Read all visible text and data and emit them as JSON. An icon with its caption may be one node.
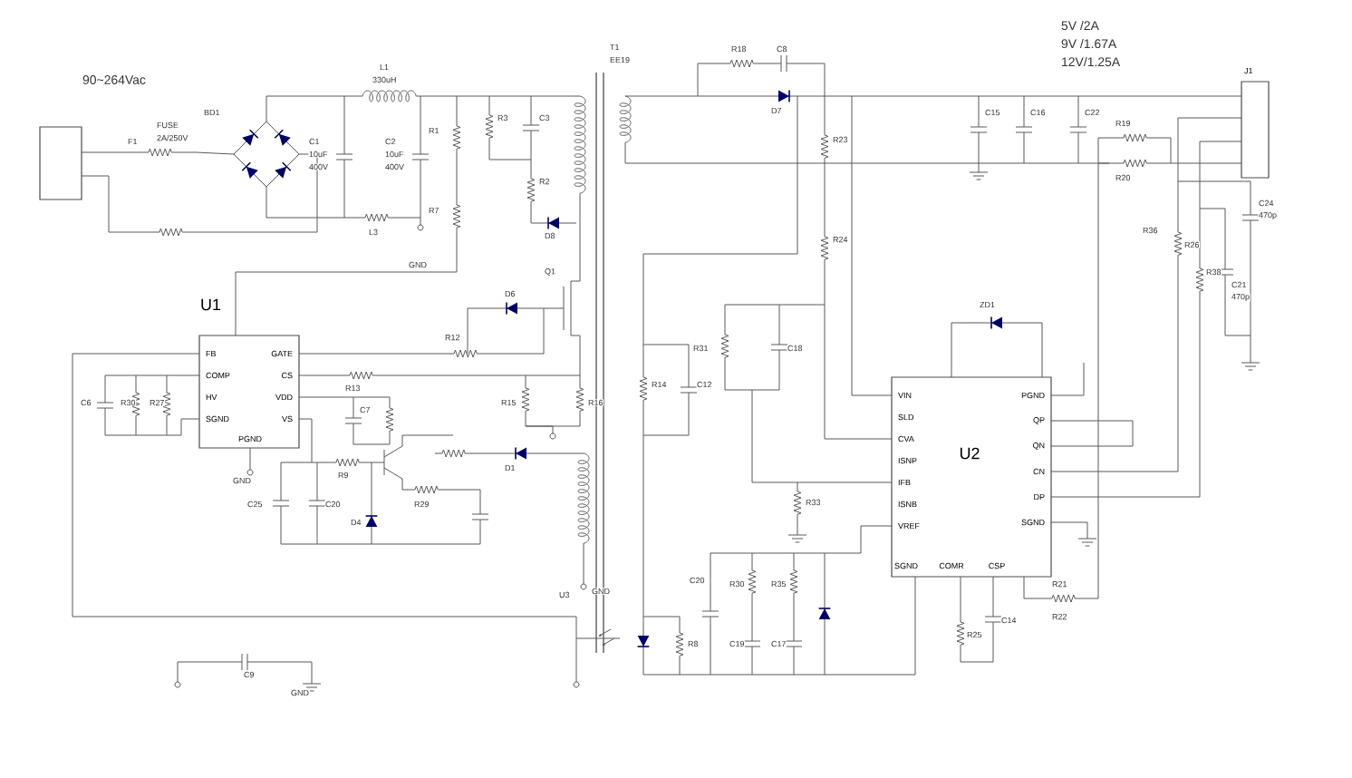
{
  "diagram": {
    "nodes": [
      {
        "text": [],
        "shape": "box"
      },
      {
        "text": [
          "U1",
          "FB",
          "COMP",
          "HV",
          "SGND",
          "GATE",
          "CS",
          "VDD",
          "VS",
          "PGND"
        ]
      },
      {
        "text": [
          "U2",
          "VIN",
          "SLD",
          "CVA",
          "ISNP",
          "IFB",
          "ISNB",
          "VREF",
          "PGND",
          "QP",
          "QN",
          "CN",
          "DP",
          "SGND",
          "SGND",
          "COMR",
          "CSP"
        ]
      },
      {
        "text": [],
        "shape": "box",
        "beside": [
          "J1"
        ]
      }
    ],
    "labels": [
      "90~264Vac",
      "FUSE",
      "2A/250V",
      "F1",
      "BD1",
      "L1",
      "330uH",
      "C1",
      "10uF",
      "400V",
      "C2",
      "10uF",
      "400V",
      "L3",
      "GND",
      "T1",
      "EE19",
      "R18",
      "C8",
      "D7",
      "5V /2A",
      "9V /1.67A",
      "12V/1.25A",
      "R3",
      "C3",
      "R1",
      "R7",
      "R2",
      "D8",
      "Q1",
      "D6",
      "R12",
      "R13",
      "C15",
      "C16",
      "C22",
      "R19",
      "R20",
      "R23",
      "R24",
      "R36",
      "R38",
      "C24",
      "470p",
      "C21",
      "470p",
      "ZD1",
      "R14",
      "C12",
      "R15",
      "R16",
      "R31",
      "C18",
      "R33",
      "C6",
      "R30",
      "R27",
      "C7",
      "GND",
      "C25",
      "C20",
      "R9",
      "R29",
      "D4",
      "D1",
      "GND",
      "C9",
      "GND",
      "U3",
      "R8",
      "C20",
      "R30",
      "R35",
      "C19",
      "C17",
      "R22",
      "R21",
      "C14",
      "R25",
      "R26"
    ]
  }
}
